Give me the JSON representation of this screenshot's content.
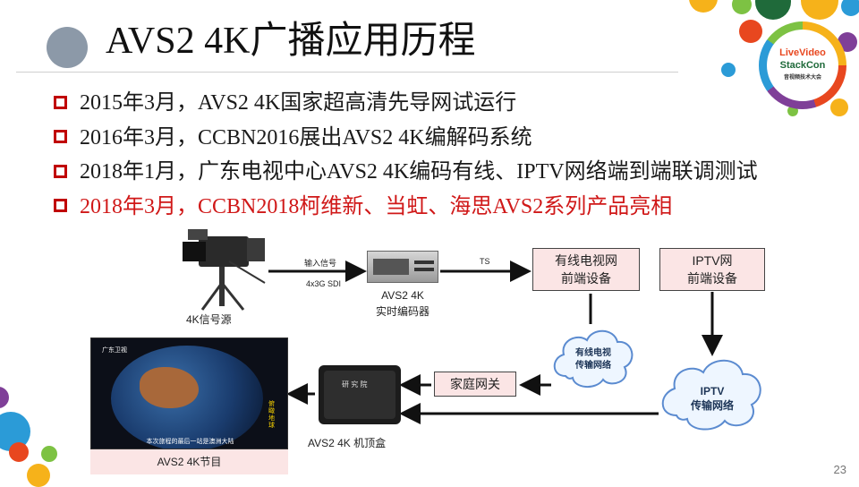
{
  "slide": {
    "title": "AVS2 4K广播应用历程",
    "page_number": "23"
  },
  "bullets": [
    {
      "text": "2015年3月，AVS2 4K国家超高清先导网试运行",
      "color": "#1a1a1a"
    },
    {
      "text": "2016年3月，CCBN2016展出AVS2 4K编解码系统",
      "color": "#1a1a1a"
    },
    {
      "text": "2018年1月，广东电视中心AVS2 4K编码有线、IPTV网络端到端联调测试",
      "color": "#1a1a1a"
    },
    {
      "text": "2018年3月，CCBN2018柯维新、当虹、海思AVS2系列产品亮相",
      "color": "#d01818"
    }
  ],
  "diagram": {
    "source_label": "4K信号源",
    "input_label": "输入信号",
    "input_format": "4x3G SDI",
    "encoder_label_line1": "AVS2 4K",
    "encoder_label_line2": "实时编码器",
    "ts_label": "TS",
    "cable_headend_line1": "有线电视网",
    "cable_headend_line2": "前端设备",
    "iptv_headend_line1": "IPTV网",
    "iptv_headend_line2": "前端设备",
    "cable_cloud_line1": "有线电视",
    "cable_cloud_line2": "传输网络",
    "iptv_cloud_line1": "IPTV",
    "iptv_cloud_line2": "传输网络",
    "gateway_label": "家庭网关",
    "stb_label": "AVS2 4K 机顶盒",
    "stb_brand": "研 究 院",
    "program_label": "AVS2 4K节目",
    "tv_channel_logo": "广东卫视",
    "tv_subtitle": "本次旅程的最后一站是澳洲大陆",
    "tv_side_text": "俯瞰地球"
  },
  "logo": {
    "line1": "LiveVideo",
    "line2": "StackCon",
    "line3": "音视频技术大会"
  },
  "colors": {
    "bullet_square": "#c00000",
    "highlight_text": "#d01818",
    "box_fill": "#fbe5e5"
  }
}
